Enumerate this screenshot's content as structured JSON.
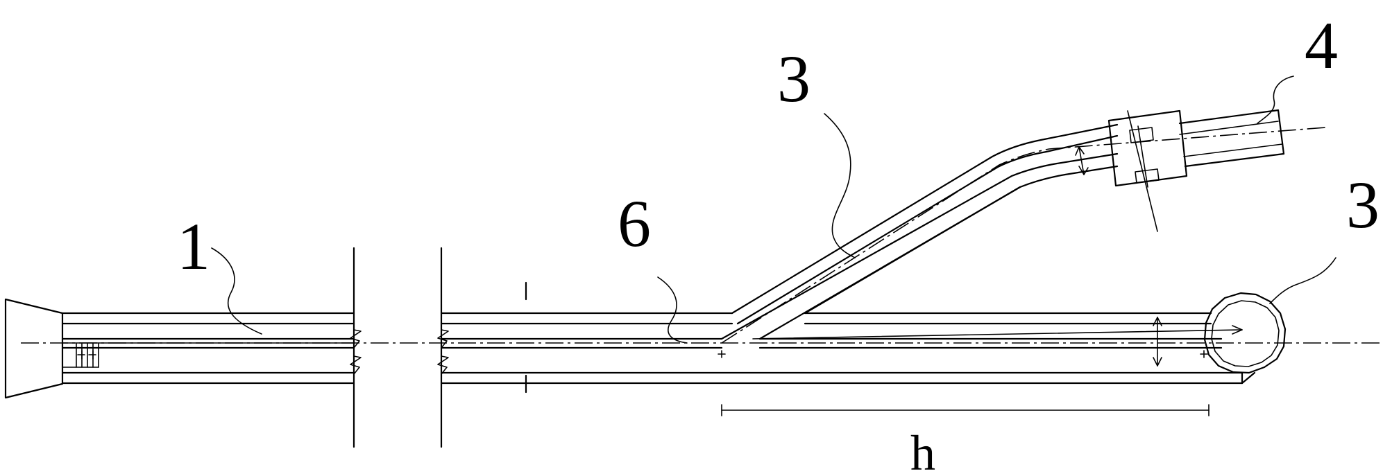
{
  "labels": {
    "part_1": "1",
    "part_3_branch": "3",
    "part_4": "4",
    "part_3_ring": "3",
    "part_6": "6",
    "dimension_h": "h"
  }
}
